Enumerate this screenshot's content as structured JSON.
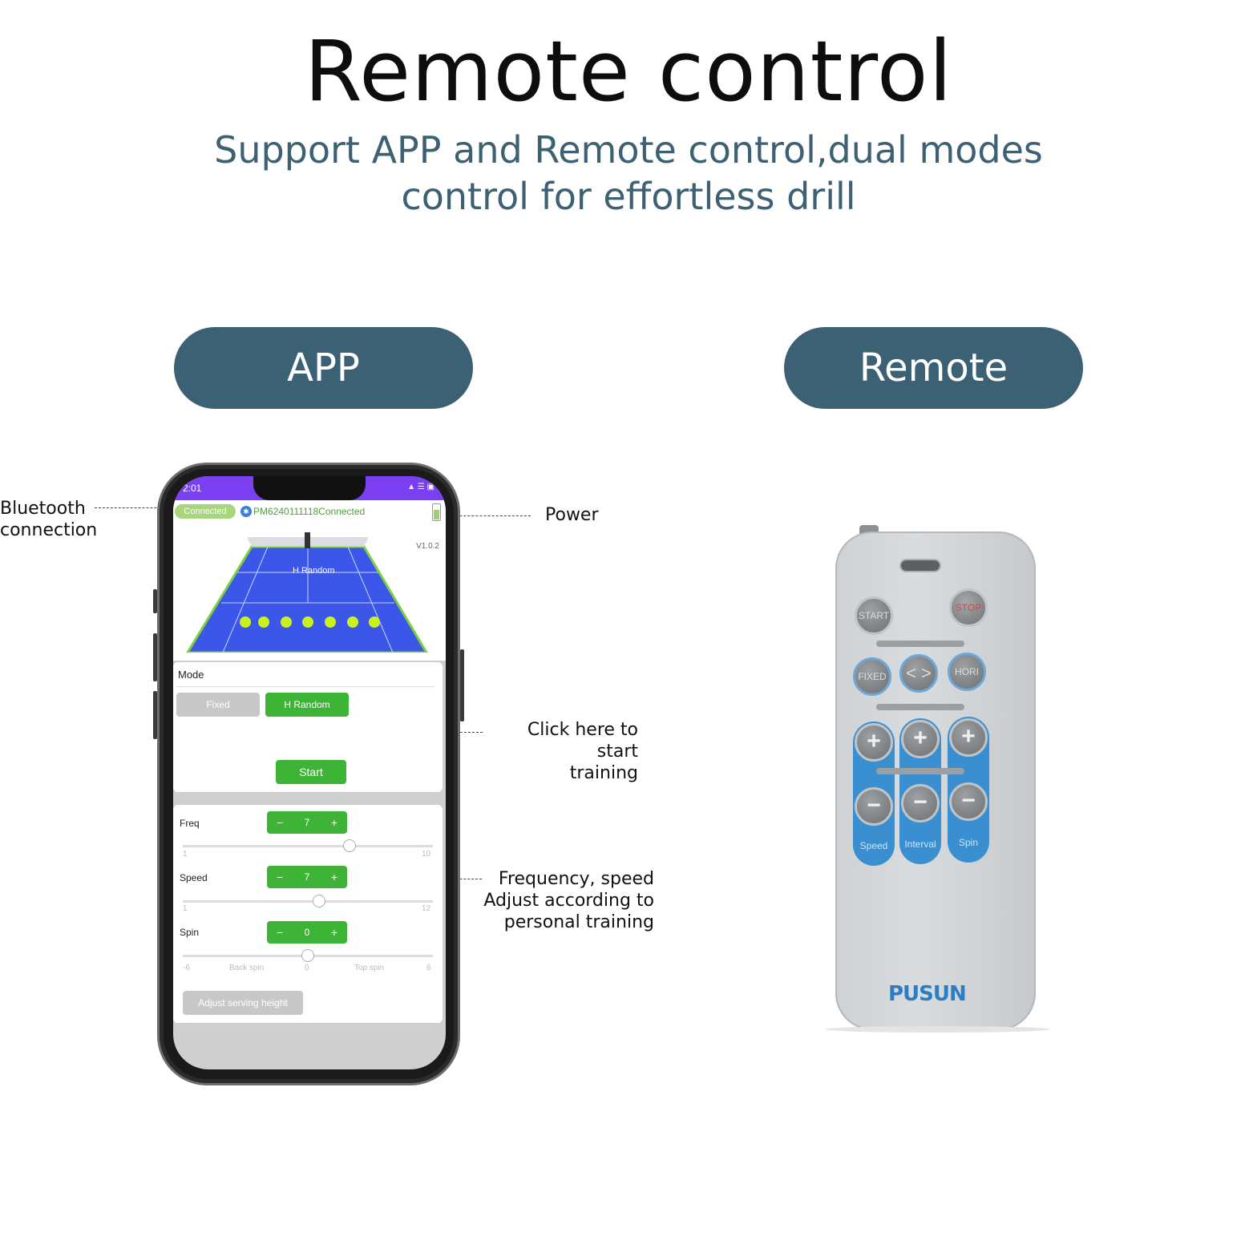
{
  "header": {
    "title": "Remote control",
    "subtitle_line1": "Support APP and Remote control,dual modes",
    "subtitle_line2": "control for effortless drill"
  },
  "pills": {
    "app": "APP",
    "remote": "Remote"
  },
  "callouts": {
    "bluetooth_line1": "Bluetooth",
    "bluetooth_line2": "connection",
    "power": "Power",
    "start_line1": "Click here to start",
    "start_line2": "training",
    "freq_line1": "Frequency, speed",
    "freq_line2": "Adjust according to",
    "freq_line3": "personal training"
  },
  "phone": {
    "status_time": "2:01",
    "status_icons": "▲ ☰ ▣",
    "connected_badge": "Connected",
    "device_label": "PM6240111118Connected",
    "version": "V1.0.2",
    "court_label": "H Random",
    "mode_label": "Mode",
    "mode_fixed": "Fixed",
    "mode_hrandom": "H Random",
    "selected_mode": "H Random",
    "start_label": "Start",
    "freq": {
      "label": "Freq",
      "value": "7",
      "min": "1",
      "max": "10",
      "level": 7
    },
    "speed": {
      "label": "Speed",
      "value": "7",
      "min": "1",
      "max": "12",
      "level": 7
    },
    "spin": {
      "label": "Spin",
      "value": "0",
      "min": "-6",
      "back": "Back spin",
      "zero": "0",
      "top": "Top spin",
      "max": "6",
      "level": 0
    },
    "minus": "−",
    "plus": "+",
    "adjust_label": "Adjust serving height",
    "accent_color": "#3db436",
    "statusbar_color": "#7b3ff2"
  },
  "remote": {
    "start": "START",
    "stop": "STOP",
    "fixed": "FIXED",
    "arrows": "< >",
    "hori": "HORI",
    "plus": "+",
    "minus": "−",
    "col_speed": "Speed",
    "col_interval": "Interval",
    "col_spin": "Spin",
    "brand": "PUSUN",
    "brand_color": "#2d7dc4"
  },
  "colors": {
    "pill": "#3d6174",
    "subtitle": "#3d6172"
  }
}
